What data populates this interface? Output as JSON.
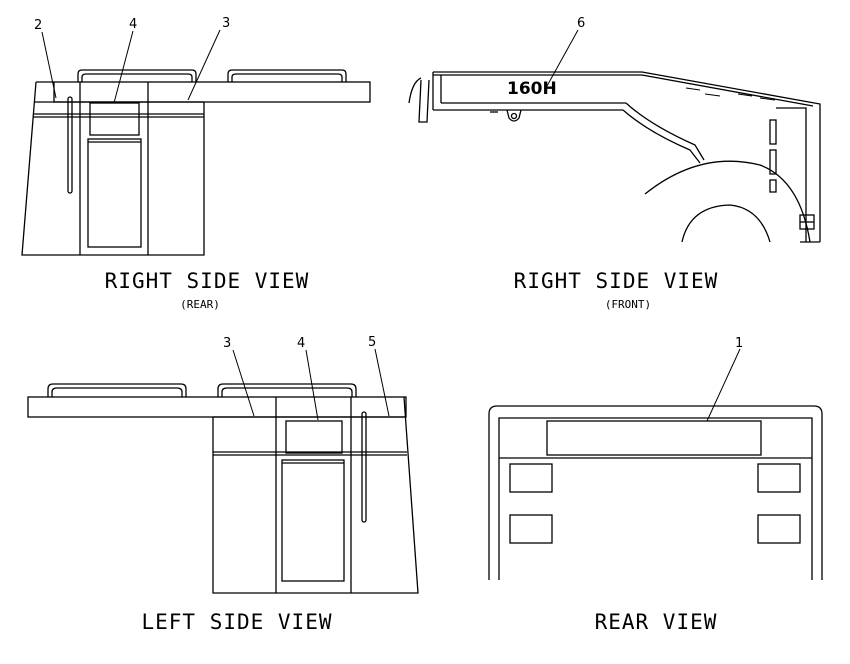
{
  "views": {
    "right_rear": {
      "title": "RIGHT SIDE VIEW",
      "subtitle": "(REAR)"
    },
    "right_front": {
      "title": "RIGHT SIDE VIEW",
      "subtitle": "(FRONT)"
    },
    "left": {
      "title": "LEFT SIDE VIEW"
    },
    "rear": {
      "title": "REAR VIEW"
    }
  },
  "callouts": {
    "c1": "1",
    "c2": "2",
    "c3a": "3",
    "c3b": "3",
    "c4a": "4",
    "c4b": "4",
    "c5": "5",
    "c6": "6"
  },
  "model_decal": "160H"
}
